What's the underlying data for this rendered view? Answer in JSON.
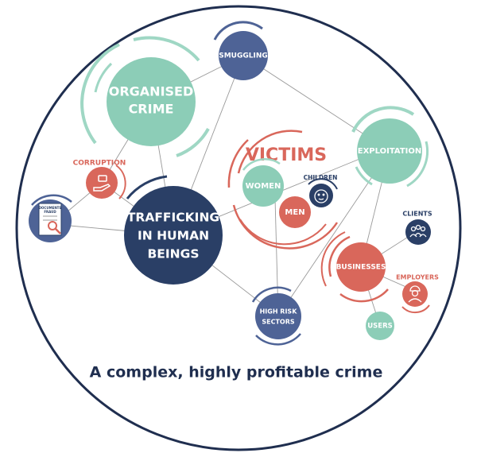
{
  "nodes": {
    "organised_crime": {
      "line1": "ORGANISED",
      "line2": "CRIME"
    },
    "smuggling": {
      "label": "SMUGGLING"
    },
    "corruption": {
      "label": "CORRUPTION"
    },
    "documents_fraud": {
      "line1": "DOCUMENTS",
      "line2": "FRAUD"
    },
    "trafficking": {
      "line1": "TRAFFICKING",
      "line2": "IN HUMAN",
      "line3": "BEINGS"
    },
    "victims": {
      "label": "VICTIMS"
    },
    "women": {
      "label": "WOMEN"
    },
    "men": {
      "label": "MEN"
    },
    "children": {
      "label": "CHILDREN"
    },
    "exploitation": {
      "label": "EXPLOITATION"
    },
    "clients": {
      "label": "CLIENTS"
    },
    "businesses": {
      "label": "BUSINESSES"
    },
    "employers": {
      "label": "EMPLOYERS"
    },
    "users": {
      "label": "USERS"
    },
    "high_risk": {
      "line1": "HIGH RISK",
      "line2": "SECTORS"
    }
  },
  "tagline": "A complex, highly profitable crime",
  "colors": {
    "navy": "#2a3f66",
    "blue": "#4e6396",
    "teal": "#8ccdb7",
    "teal_ring": "#9fd7c4",
    "red": "#d9675b",
    "line": "#9a9a9a",
    "frame": "#1f2e4f"
  },
  "icons": {
    "corruption": "hand-money-icon",
    "documents_fraud": "document-magnifier-icon",
    "children": "baby-face-icon",
    "clients": "group-people-icon",
    "employers": "worker-icon"
  }
}
